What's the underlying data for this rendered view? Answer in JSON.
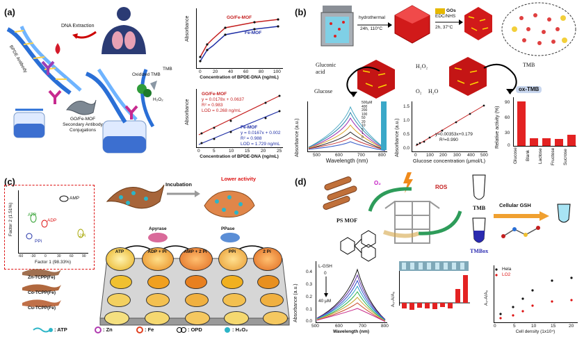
{
  "panels": {
    "a": {
      "label": "(a)",
      "dna_extraction": "DNA Extraction",
      "bpde_antibody": "BPDE Antibody",
      "tmb": "TMB",
      "oxidized_tmb": "Oxidized TMB",
      "h2o2": "H₂O₂",
      "conj_1": "GO/Fe-MOF",
      "conj_2": "Secondary Antibody",
      "conj_3": "Conjugations",
      "top_chart": {
        "ylabel": "Absorbance",
        "xlabel": "Concentration of BPDE-DNA (ng/mL)",
        "ticks": [
          "0",
          "20",
          "40",
          "60",
          "80",
          "100"
        ],
        "legend_go": "GO/Fe-MOF",
        "legend_fe": "Fe-MOF"
      },
      "bottom_chart": {
        "ylabel": "Absorbance",
        "xlabel": "Concentration of BPDE-DNA (ng/mL)",
        "ticks": [
          "0",
          "5",
          "10",
          "15",
          "20",
          "25"
        ],
        "go_title": "GO/Fe-MOF",
        "go_eq": "y = 0.0178x + 0.0637",
        "go_r2": "R² = 0.983",
        "go_lod": "LOD = 0.268 ng/mL",
        "fe_title": "Fe-MOF",
        "fe_eq": "y = 0.0167x + 0.002",
        "fe_r2": "R² = 0.988",
        "fe_lod": "LOD = 1.729 ng/mL"
      }
    },
    "b": {
      "label": "(b)",
      "hydrothermal": "hydrothermal",
      "hydro_cond": "24h, 110°C",
      "gos": "GOs",
      "edc": "EDC/NHS",
      "edc_cond": "2h, 37°C",
      "gluconic": "Gluconic",
      "acid": "acid",
      "glucose": "Glucose",
      "h2o2": "H₂O₂",
      "o2": "O₂",
      "h2o": "H₂O",
      "tmb": "TMB",
      "oxtmb": "ox-TMB",
      "spec": {
        "ylabel": "Absorbance (a.u.)",
        "xlabel": "Wavelength (nm)",
        "ticks": [
          "500",
          "600",
          "700",
          "800"
        ],
        "legend": [
          "500μM",
          "400",
          "200",
          "100",
          "50",
          "20",
          "10",
          "5",
          "1",
          "0"
        ]
      },
      "lin": {
        "ylabel": "Absorbance (a.u.)",
        "xlabel": "Glucose concentration (μmol/L)",
        "ticks": [
          "0",
          "100",
          "200",
          "300",
          "400",
          "500"
        ],
        "yticks": [
          "1.5",
          "1.0",
          "0.5",
          "0.0"
        ],
        "eq": "y=0.00353x+0.179",
        "r2": "R²=0.990"
      },
      "bar": {
        "ylabel": "Relative activity (%)",
        "yticks": [
          "90",
          "60",
          "30",
          "0"
        ],
        "categories": [
          "Glucose",
          "Blank",
          "Lactose",
          "Fructose",
          "Sucrose"
        ]
      }
    },
    "c": {
      "label": "(c)",
      "pca_ylabel": "Factor 2 (1.51%)",
      "pca_xlabel": "Factor 1 (98.33%)",
      "pca_points": [
        "AMP",
        "ATP",
        "ADP",
        "PPi",
        "2Pi"
      ],
      "pca_xticks": [
        "-60",
        "-30",
        "0",
        "30",
        "60",
        "90"
      ],
      "incubation": "Incubation",
      "lower_activity": "Lower activity",
      "apyrase": "Apyrase",
      "ppase": "PPase",
      "wells": [
        "ATP",
        "ADP + Pi",
        "AMP + 2 Pi",
        "PPi",
        "2 Pi"
      ],
      "rows": [
        "Zn-TCPP(Fe)",
        "Co-TCPP(Fe)",
        "Cu-TCPP(Fe)"
      ],
      "legend": [
        ": ATP",
        ": Zn",
        ": Fe",
        ": OPD",
        ": H₂O₂"
      ]
    },
    "d": {
      "label": "(d)",
      "o2": "O₂",
      "ros": "ROS",
      "ps_mof": "PS MOF",
      "tmb": "TMB",
      "tmbox": "TMBox",
      "gsh": "Cellular GSH",
      "spec": {
        "ylabel": "Absorbance (a.u.)",
        "xlabel": "Wavelength (nm)",
        "ticks": [
          "500",
          "600",
          "700",
          "800"
        ],
        "yticks": [
          "0.4",
          "0.3",
          "0.2",
          "0.1",
          "0.0"
        ],
        "lgsh": "L-GSH",
        "zero": "0",
        "forty": "40 μM"
      },
      "bars": {
        "ylabel": "A₀-A/A₀"
      },
      "cells": {
        "ylabel": "A₀-A/A₀",
        "xlabel": "Cell density (1x10⁴)",
        "ticks": [
          "0",
          "5",
          "10",
          "15",
          "20"
        ],
        "legend_hela": "Hela",
        "legend_lo2": "LO2"
      }
    }
  }
}
